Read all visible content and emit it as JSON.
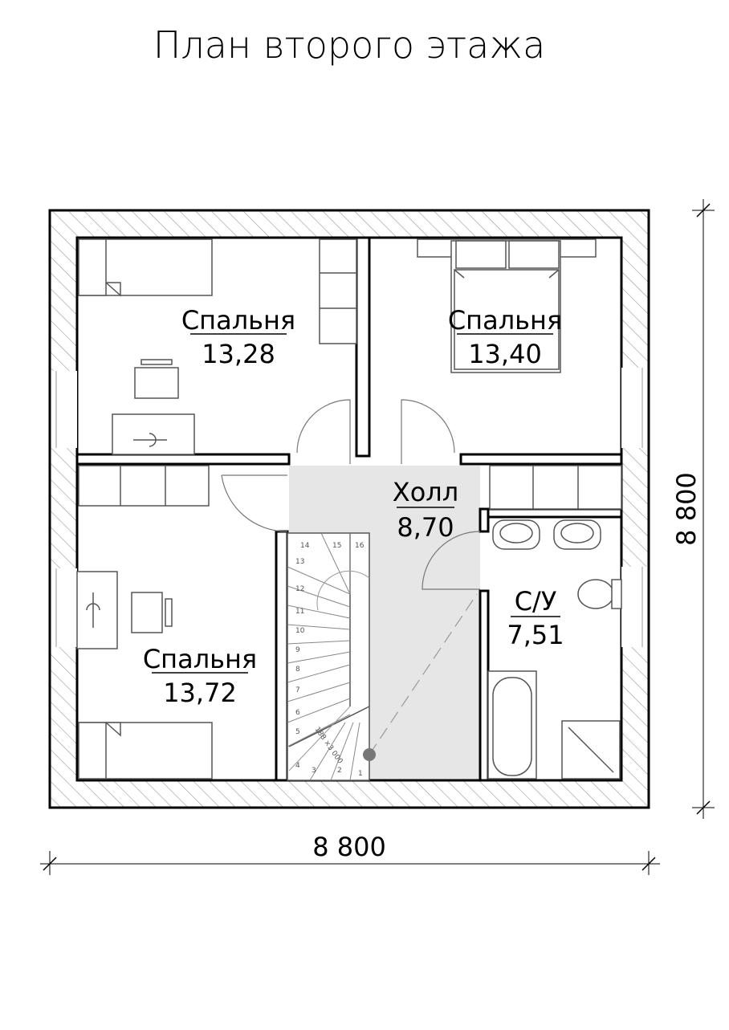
{
  "title": "План второго этажа",
  "rooms": [
    {
      "id": "bedroom-1",
      "name": "Спальня",
      "area": "13,28"
    },
    {
      "id": "bedroom-2",
      "name": "Спальня",
      "area": "13,40"
    },
    {
      "id": "hall",
      "name": "Холл",
      "area": "8,70"
    },
    {
      "id": "bathroom",
      "name": "С/У",
      "area": "7,51"
    },
    {
      "id": "bedroom-3",
      "name": "Спальня",
      "area": "13,72"
    }
  ],
  "dimensions": {
    "width": "8 800",
    "height": "8 800"
  },
  "stair": {
    "steps": [
      "1",
      "2",
      "3",
      "4",
      "5",
      "6",
      "7",
      "8",
      "9",
      "10",
      "11",
      "12",
      "13",
      "14",
      "15",
      "16"
    ],
    "note": "188 ×3 000"
  },
  "colors": {
    "hall_fill": "#e6e6e6",
    "wall_stroke": "#000000",
    "hatch": "#999999"
  }
}
